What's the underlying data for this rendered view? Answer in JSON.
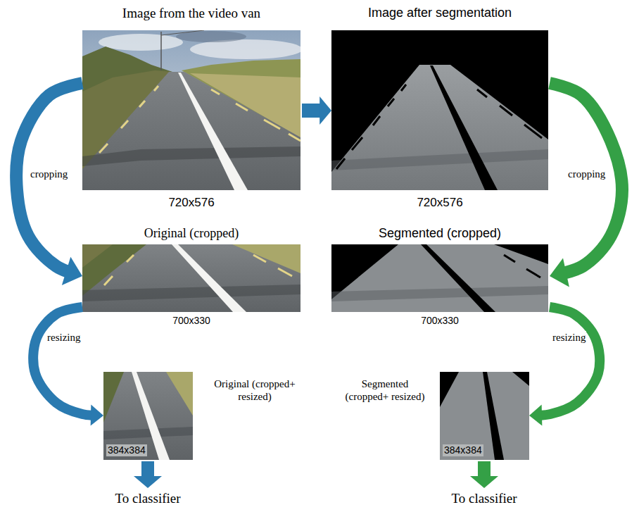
{
  "diagram": {
    "nodes": [
      {
        "text": [
          "Image from the video van",
          "720x576"
        ]
      },
      {
        "text": [
          "Image after segmentation",
          "720x576"
        ]
      },
      {
        "text": [
          "Original (cropped)",
          "700x330"
        ]
      },
      {
        "text": [
          "Segmented (cropped)",
          "700x330"
        ]
      },
      {
        "text": [
          "Original (cropped+ resized)",
          "384x384"
        ]
      },
      {
        "text": [
          "Segmented (cropped+ resized)",
          "384x384"
        ]
      }
    ],
    "edges": [
      {
        "from": 0,
        "to": 1,
        "arrow": "to"
      },
      {
        "from": 0,
        "to": 2,
        "label": "cropping",
        "arrow": "to"
      },
      {
        "from": 1,
        "to": 3,
        "label": "cropping",
        "arrow": "to"
      },
      {
        "from": 2,
        "to": 4,
        "label": "resizing",
        "arrow": "to"
      },
      {
        "from": 3,
        "to": 5,
        "label": "resizing",
        "arrow": "to"
      }
    ],
    "labels": [
      "To classifier",
      "To classifier"
    ]
  }
}
